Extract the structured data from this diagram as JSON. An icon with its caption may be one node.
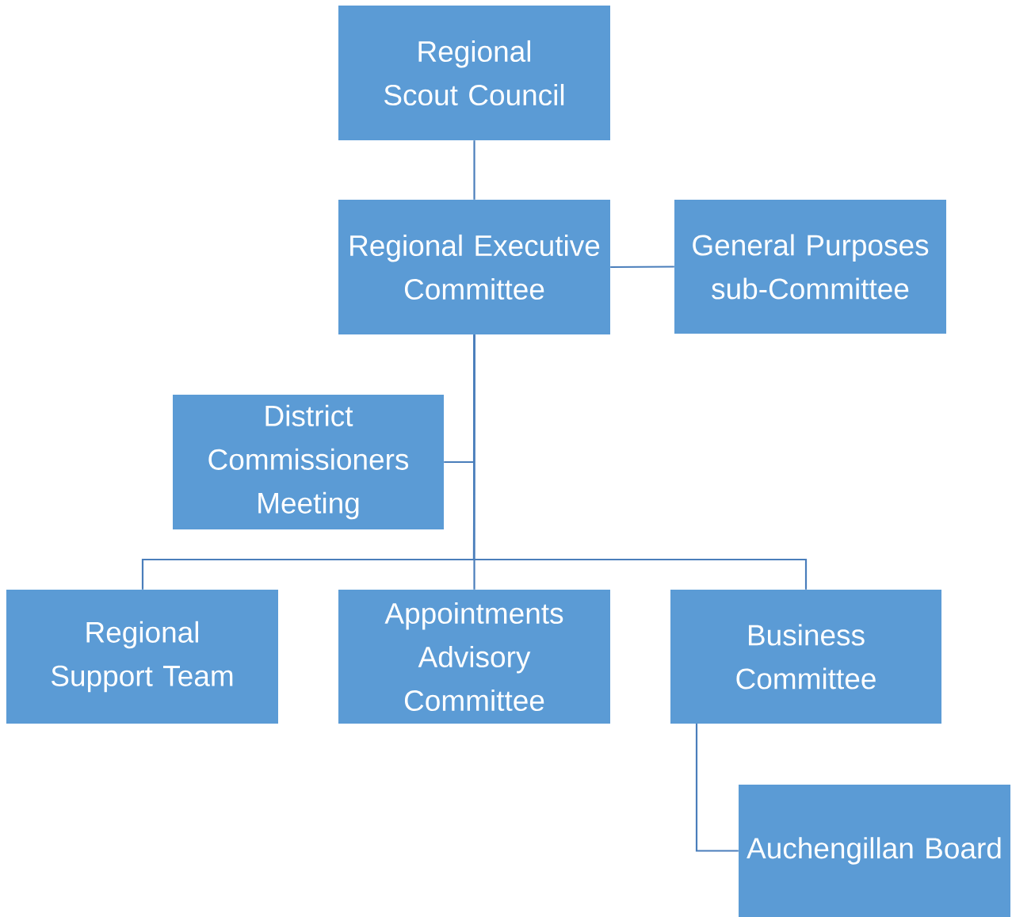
{
  "diagram": {
    "nodes": [
      {
        "text": [
          "Regional Scout Council"
        ]
      },
      {
        "text": [
          "Regional Executive Committee"
        ]
      },
      {
        "text": [
          "General Purposes sub-Committee"
        ]
      },
      {
        "text": [
          "District Commissioners Meeting"
        ]
      },
      {
        "text": [
          "Regional Support Team"
        ]
      },
      {
        "text": [
          "Appointments Advisory Committee"
        ]
      },
      {
        "text": [
          "Business Committee"
        ]
      },
      {
        "text": [
          "Auchengillan Board"
        ]
      }
    ],
    "edges": [
      {
        "from": 0,
        "to": 1,
        "arrow": "none"
      },
      {
        "from": 1,
        "to": 2,
        "arrow": "none"
      },
      {
        "from": 1,
        "to": 3,
        "arrow": "none"
      },
      {
        "from": 1,
        "to": 4,
        "arrow": "none"
      },
      {
        "from": 1,
        "to": 5,
        "arrow": "none"
      },
      {
        "from": 1,
        "to": 6,
        "arrow": "none"
      },
      {
        "from": 6,
        "to": 7,
        "arrow": "none"
      }
    ]
  }
}
